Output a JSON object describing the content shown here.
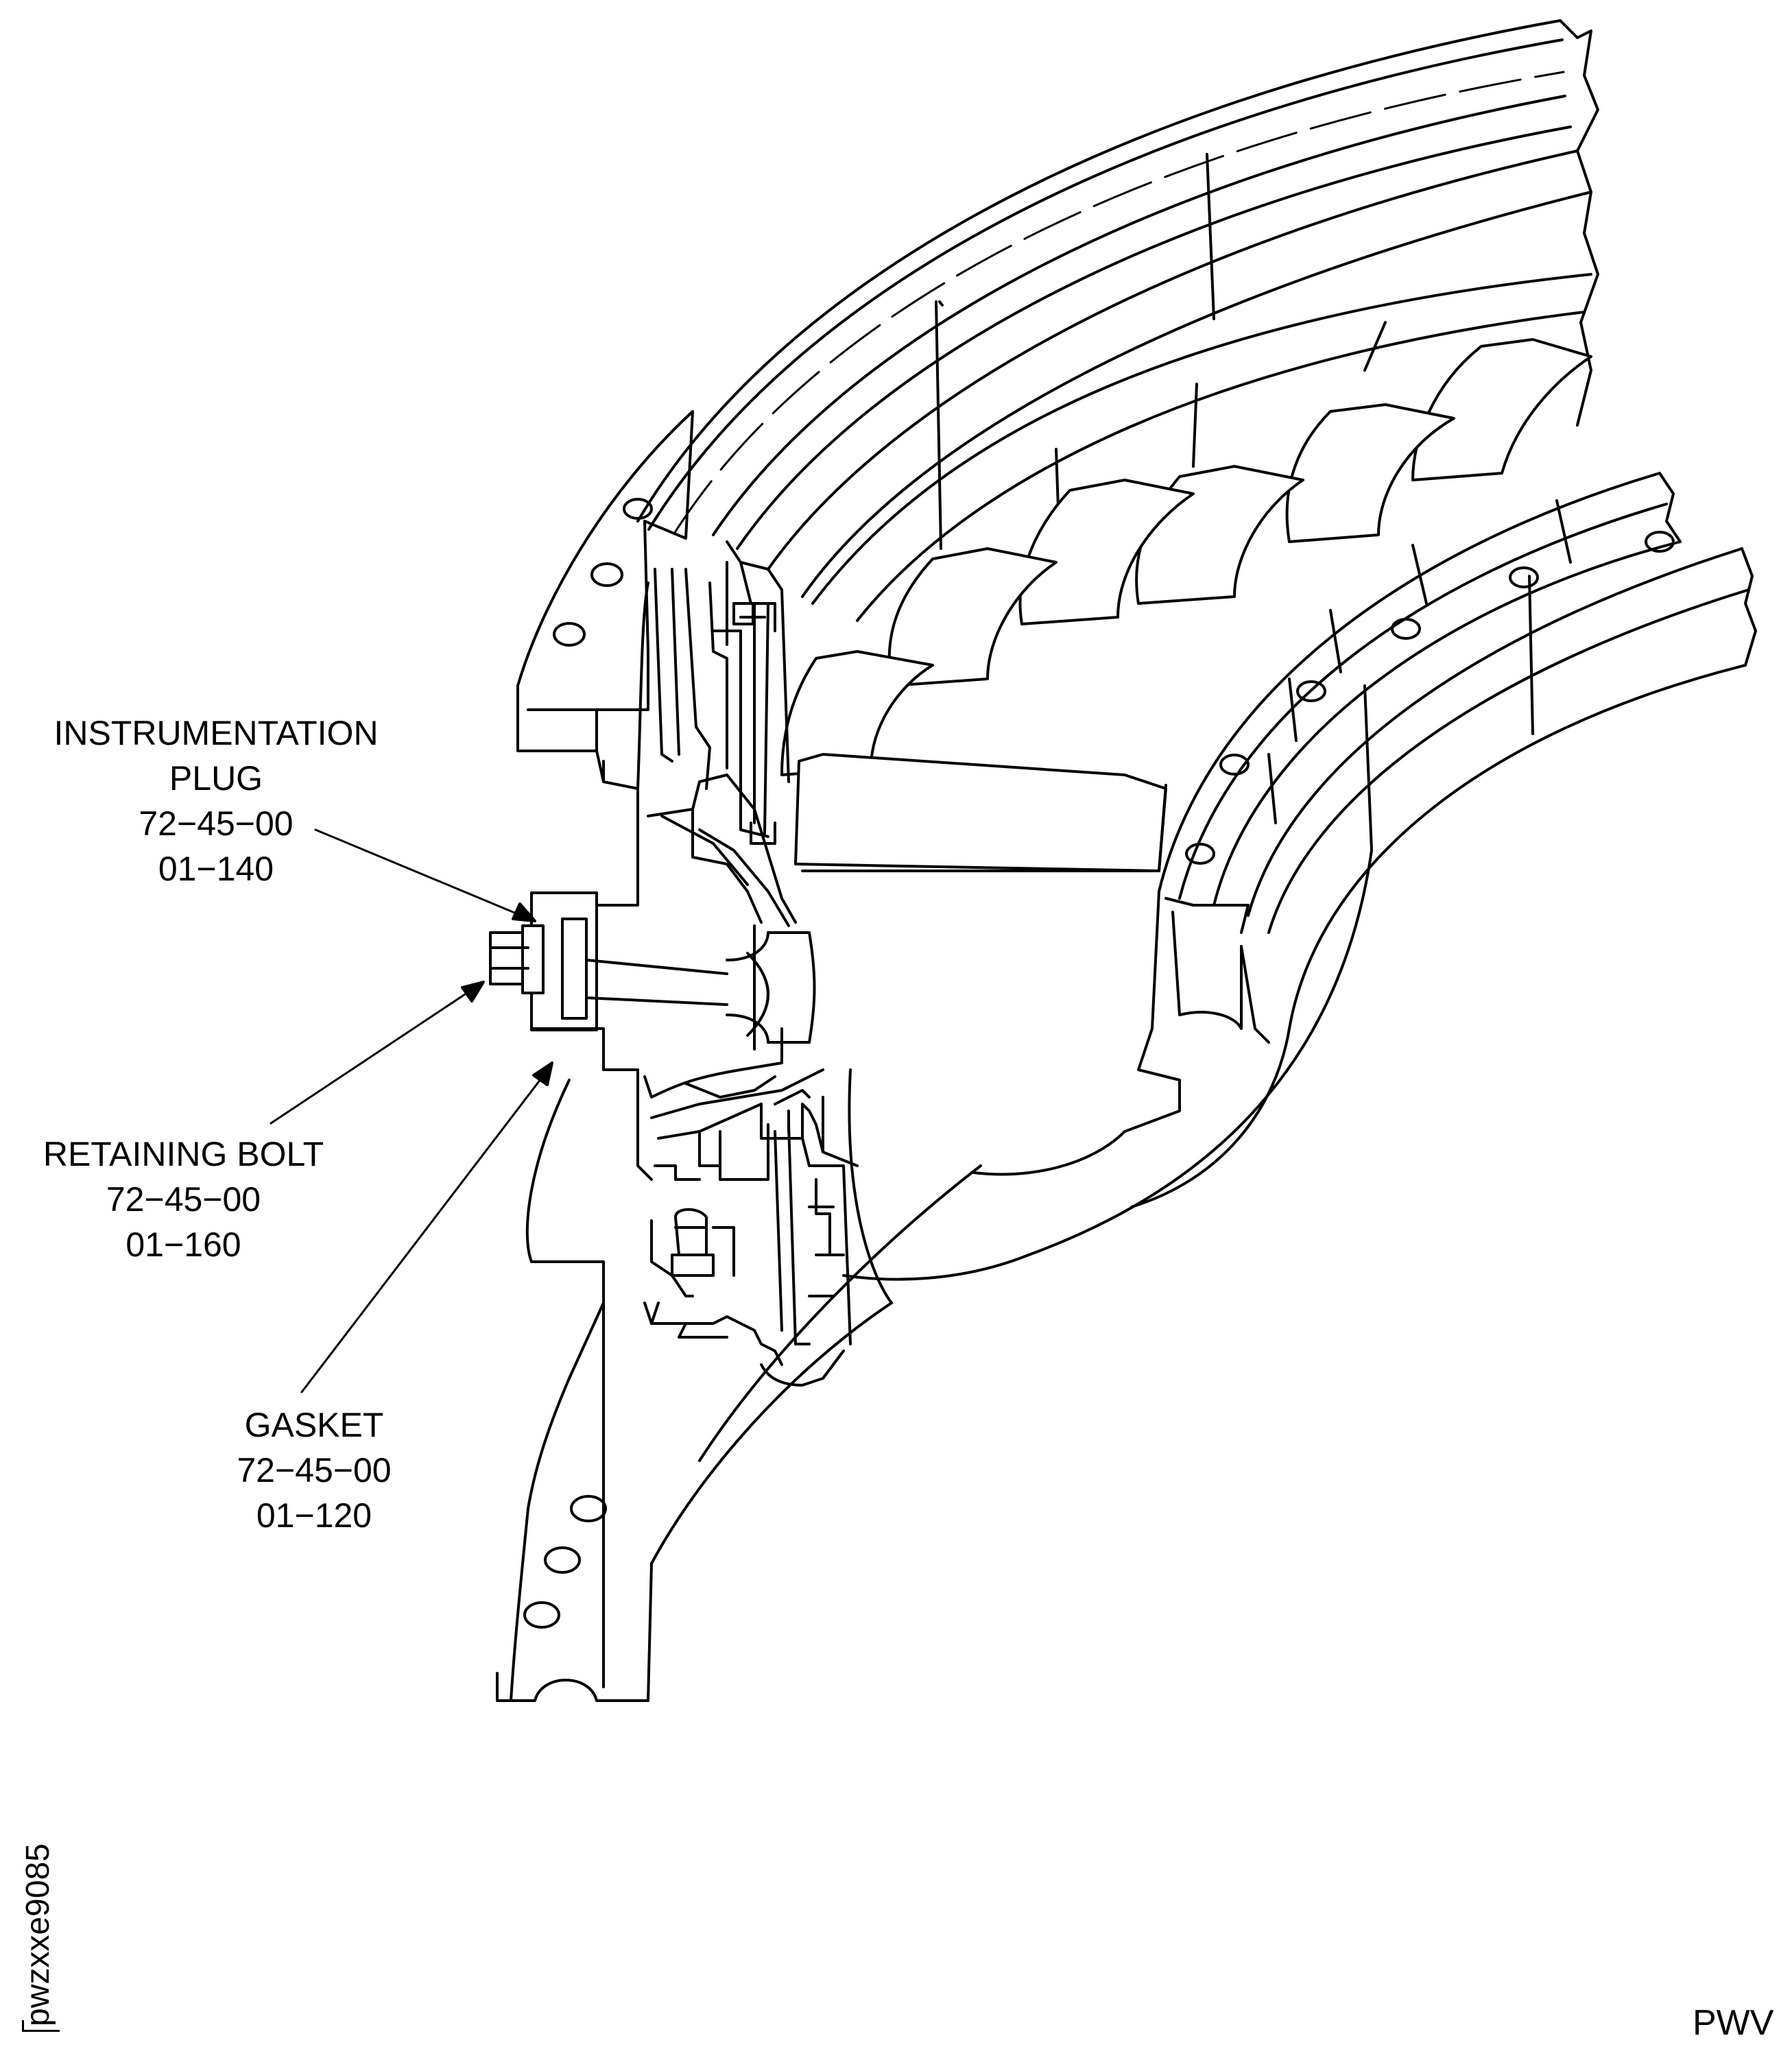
{
  "callouts": {
    "instrumentation_plug": {
      "name_line1": "INSTRUMENTATION",
      "name_line2": "PLUG",
      "ref": "72−45−00",
      "item": "01−140"
    },
    "retaining_bolt": {
      "name": "RETAINING BOLT",
      "ref": "72−45−00",
      "item": "01−160"
    },
    "gasket": {
      "name": "GASKET",
      "ref": "72−45−00",
      "item": "01−120"
    }
  },
  "figure_id": "pwzxxe9085",
  "brand_mark": "PWV"
}
